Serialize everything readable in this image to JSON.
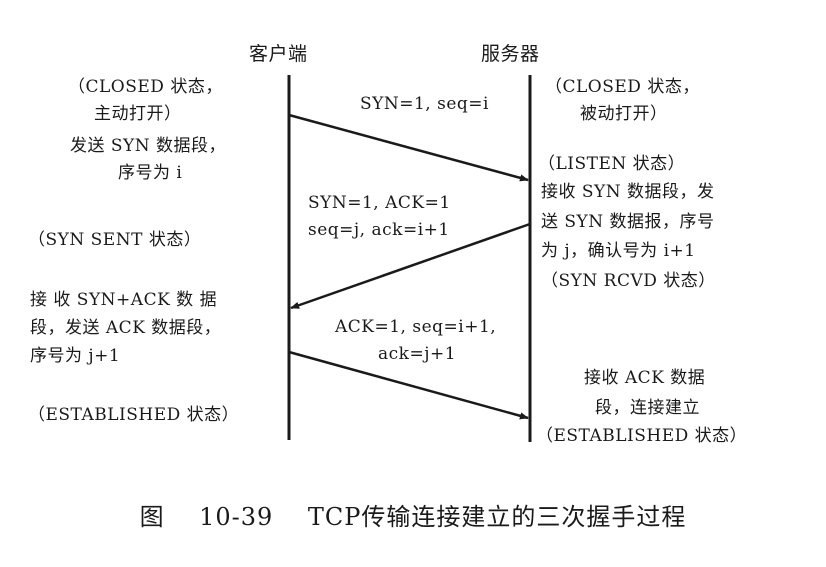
{
  "headers": {
    "client": "客户端",
    "server": "服务器"
  },
  "client_notes": {
    "closed_1": "（CLOSED 状态，",
    "closed_2": "主动打开）",
    "send_syn_1": "发送 SYN 数据段，",
    "send_syn_2": "序号为 i",
    "syn_sent": "（SYN SENT 状态）",
    "recv_synack_1": "接 收 SYN+ACK 数 据",
    "recv_synack_2": "段，发送 ACK 数据段，",
    "recv_synack_3": "序号为 j+1",
    "established": "（ESTABLISHED 状态）"
  },
  "server_notes": {
    "closed_1": "（CLOSED 状态，",
    "closed_2": "被动打开）",
    "listen": "（LISTEN 状态）",
    "recv_syn_1": "接收 SYN 数据段，发",
    "recv_syn_2": "送 SYN 数据报，序号",
    "recv_syn_3": "为 j，确认号为 i+1",
    "syn_rcvd": "（SYN RCVD 状态）",
    "recv_ack_1": "接收 ACK 数据",
    "recv_ack_2": "段，连接建立",
    "established": "（ESTABLISHED 状态）"
  },
  "messages": {
    "m1": "SYN=1, seq=i",
    "m2_line1": "SYN=1, ACK=1",
    "m2_line2": "seq=j, ack=i+1",
    "m3_line1": "ACK=1, seq=i+1,",
    "m3_line2": "ack=j+1"
  },
  "caption": "图    10-39    TCP传输连接建立的三次握手过程",
  "colors": {
    "ink": "#1a1a1a",
    "background": "#ffffff"
  }
}
